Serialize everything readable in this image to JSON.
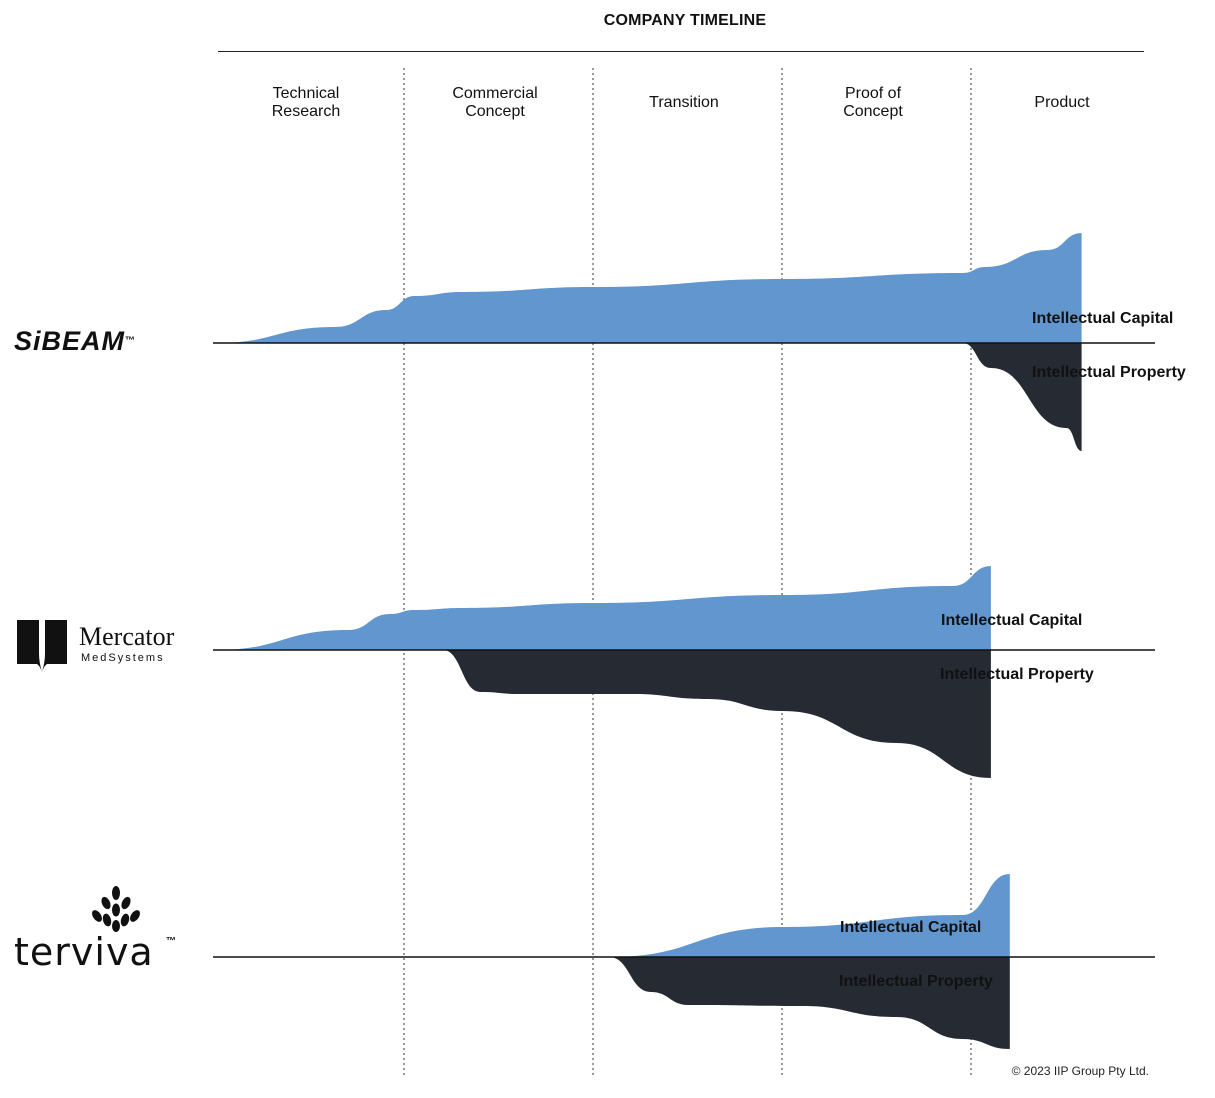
{
  "title": "COMPANY TIMELINE",
  "phases": [
    "Technical Research",
    "Commercial Concept",
    "Transition",
    "Proof of Concept",
    "Product"
  ],
  "phase_lines": [
    "Technical",
    "Research",
    "Commercial",
    "Concept",
    "Transition",
    "Proof of",
    "Concept",
    "Product"
  ],
  "companies": [
    {
      "name": "SiBEAM",
      "logo_text": "SiBEAM",
      "tm": "™"
    },
    {
      "name": "Mercator",
      "logo_text": "Mercator",
      "logo_sub": "MedSystems"
    },
    {
      "name": "Terviva",
      "logo_text": "terviva",
      "tm": "™"
    }
  ],
  "series_names": {
    "capital": "Intellectual Capital",
    "property": "Intellectual Property"
  },
  "colors": {
    "capital": "#6196CF",
    "property": "#262A33",
    "axis": "#111111",
    "divider": "#555555"
  },
  "chart_data": {
    "type": "area",
    "x_axis": "Company Timeline (phase 0 to 5)",
    "xlim": [
      0,
      5
    ],
    "panels": [
      {
        "company": "SiBEAM",
        "capital": {
          "x": [
            0,
            0.63,
            0.9,
            1.05,
            1.3,
            2,
            3,
            3.95,
            4.07,
            4.4,
            4.58
          ],
          "y": [
            0,
            0.16,
            0.33,
            0.47,
            0.51,
            0.56,
            0.64,
            0.7,
            0.76,
            0.93,
            1.1
          ]
        },
        "property": {
          "x": [
            3.95,
            4.1,
            4.5,
            4.58
          ],
          "y": [
            0,
            0.25,
            0.85,
            1.08
          ]
        }
      },
      {
        "company": "Mercator",
        "capital": {
          "x": [
            0,
            0.7,
            0.92,
            1.05,
            1.3,
            2,
            3,
            3.9,
            4.1,
            4.1
          ],
          "y": [
            0,
            0.2,
            0.36,
            0.4,
            0.42,
            0.47,
            0.55,
            0.64,
            0.84,
            0.94
          ]
        },
        "property": {
          "x": [
            1.2,
            1.4,
            1.6,
            2.2,
            2.6,
            3,
            3.6,
            4.1
          ],
          "y": [
            0,
            0.42,
            0.44,
            0.44,
            0.49,
            0.61,
            0.93,
            1.28
          ]
        }
      },
      {
        "company": "Terviva",
        "capital": {
          "x": [
            2.08,
            3,
            3.95,
            4.2
          ],
          "y": [
            0,
            0.3,
            0.42,
            0.83
          ]
        },
        "property": {
          "x": [
            2.08,
            2.3,
            2.5,
            3.1,
            3.6,
            3.95,
            4.2
          ],
          "y": [
            0,
            0.35,
            0.48,
            0.49,
            0.6,
            0.82,
            0.92
          ]
        }
      }
    ]
  },
  "copyright": "© 2023 IIP Group Pty Ltd."
}
